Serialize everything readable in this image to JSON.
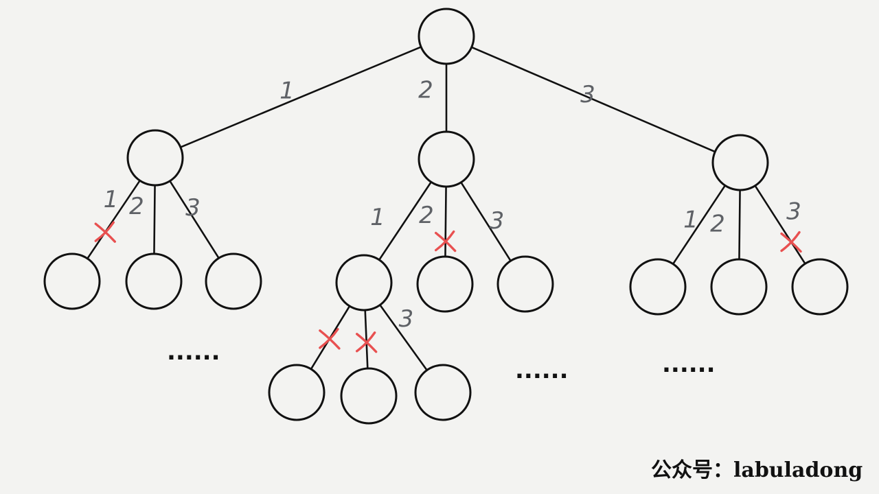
{
  "diagram": {
    "nodes": [
      {
        "id": "root"
      },
      {
        "id": "a"
      },
      {
        "id": "b"
      },
      {
        "id": "c"
      },
      {
        "id": "a1"
      },
      {
        "id": "a2"
      },
      {
        "id": "a3"
      },
      {
        "id": "b1"
      },
      {
        "id": "b2"
      },
      {
        "id": "b3"
      },
      {
        "id": "c1"
      },
      {
        "id": "c2"
      },
      {
        "id": "c3"
      },
      {
        "id": "b1a"
      },
      {
        "id": "b1b"
      },
      {
        "id": "b1c"
      }
    ],
    "edges": [
      {
        "from": "root",
        "to": "a",
        "label": "1",
        "pruned": false
      },
      {
        "from": "root",
        "to": "b",
        "label": "2",
        "pruned": false
      },
      {
        "from": "root",
        "to": "c",
        "label": "3",
        "pruned": false
      },
      {
        "from": "a",
        "to": "a1",
        "label": "1",
        "pruned": true
      },
      {
        "from": "a",
        "to": "a2",
        "label": "2",
        "pruned": false
      },
      {
        "from": "a",
        "to": "a3",
        "label": "3",
        "pruned": false
      },
      {
        "from": "b",
        "to": "b1",
        "label": "1",
        "pruned": false
      },
      {
        "from": "b",
        "to": "b2",
        "label": "2",
        "pruned": true
      },
      {
        "from": "b",
        "to": "b3",
        "label": "3",
        "pruned": false
      },
      {
        "from": "c",
        "to": "c1",
        "label": "1",
        "pruned": false
      },
      {
        "from": "c",
        "to": "c2",
        "label": "2",
        "pruned": false
      },
      {
        "from": "c",
        "to": "c3",
        "label": "3",
        "pruned": true
      },
      {
        "from": "b1",
        "to": "b1a",
        "label": "",
        "pruned": true
      },
      {
        "from": "b1",
        "to": "b1b",
        "label": "",
        "pruned": true
      },
      {
        "from": "b1",
        "to": "b1c",
        "label": "3",
        "pruned": false
      }
    ],
    "ellipses": [
      "......",
      "......",
      "......"
    ],
    "credit": "公众号：labuladong"
  }
}
